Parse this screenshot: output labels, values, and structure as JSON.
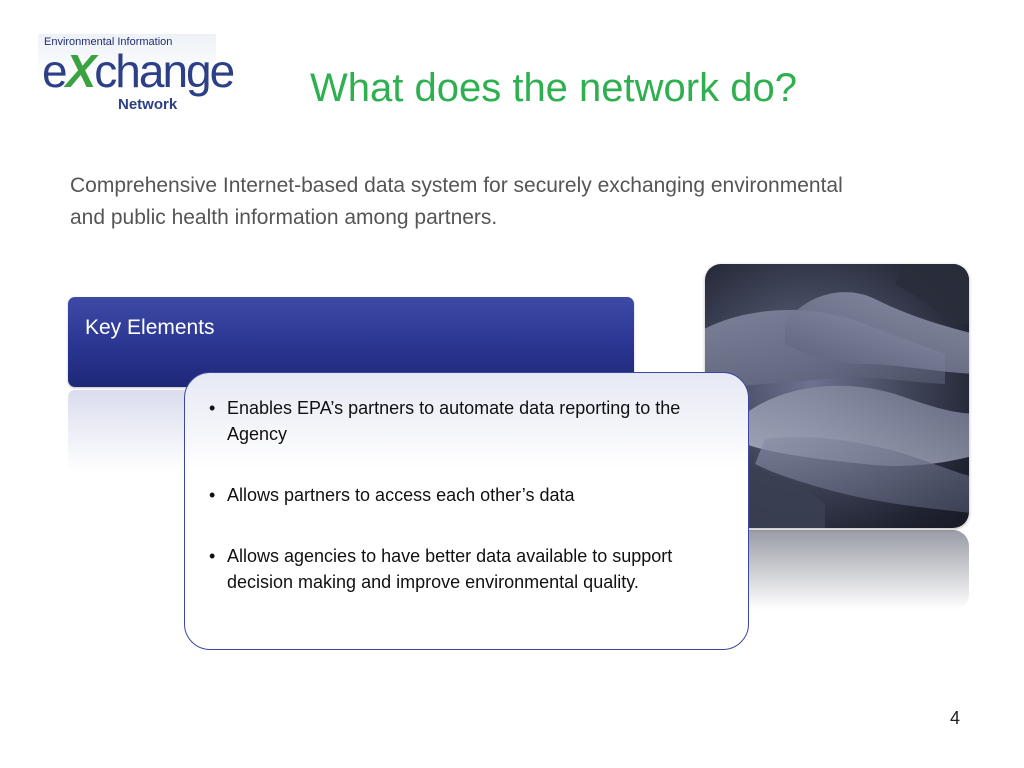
{
  "logo": {
    "line1": "Environmental Information",
    "word_e": "e",
    "word_x": "X",
    "word_rest": "change",
    "line3": "Network"
  },
  "slide": {
    "title": "What does the network do?",
    "intro": "Comprehensive Internet-based data system for securely exchanging environmental and public health information among partners.",
    "key_elements_label": "Key Elements",
    "bullets": [
      "Enables EPA’s partners to automate data reporting to the Agency",
      "Allows partners to access each other’s data",
      "Allows agencies to have better data available to support decision making and improve environmental quality."
    ],
    "bullet_symbol": "•",
    "page_number": "4"
  },
  "image": {
    "subject": "hands-photo-icon"
  },
  "colors": {
    "title": "#2fb050",
    "header_bg": "#2a3591",
    "panel_border": "#3a47a0",
    "body_text": "#555555"
  }
}
